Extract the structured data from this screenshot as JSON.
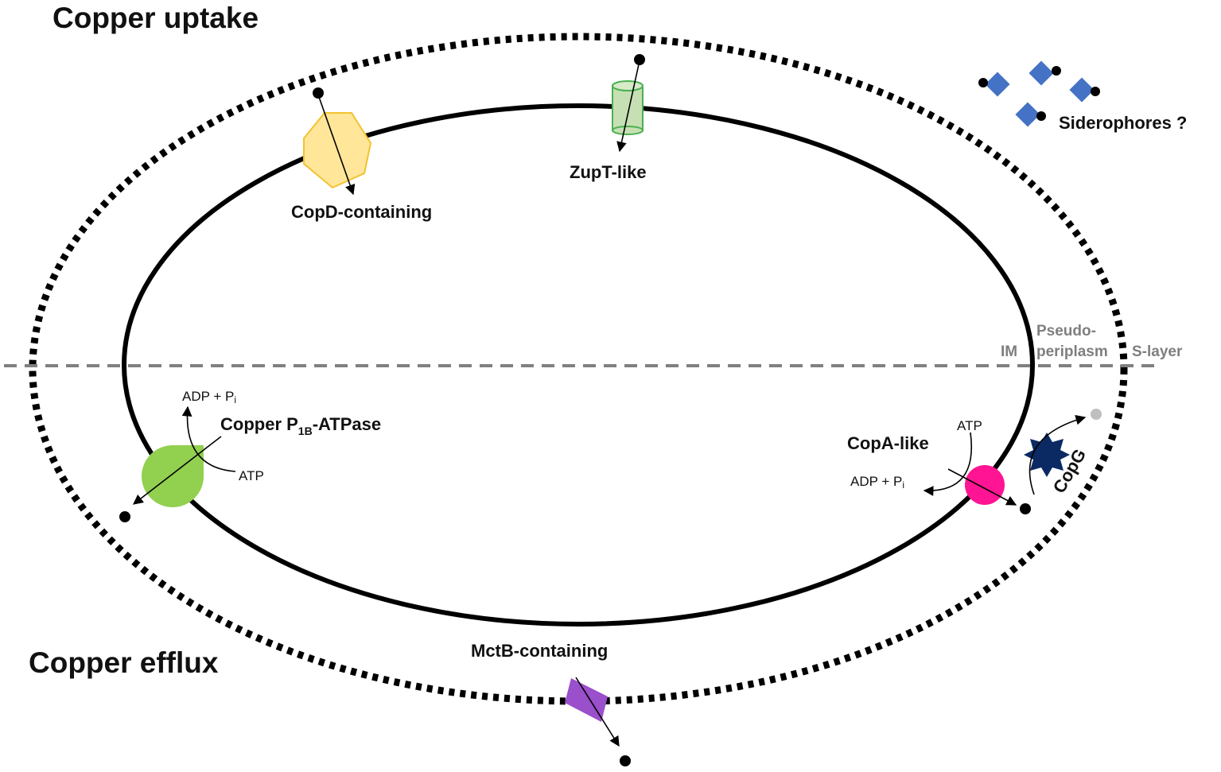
{
  "headings": {
    "uptake": "Copper uptake",
    "efflux": "Copper efflux"
  },
  "layers": {
    "im": "IM",
    "pseudo_line1": "Pseudo-",
    "pseudo_line2": "periplasm",
    "slayer": "S-layer"
  },
  "proteins": {
    "copd": "CopD-containing",
    "zupt": "ZupT-like",
    "siderophores": "Siderophores ?",
    "p1b_prefix": "Copper P",
    "p1b_sub": "1B",
    "p1b_suffix": "-ATPase",
    "copa": "CopA-like",
    "copg": "CopG",
    "mctb": "MctB-containing"
  },
  "reactions": {
    "atp": "ATP",
    "adp_prefix": "ADP + P",
    "adp_sub": "i"
  },
  "colors": {
    "membrane": "#000000",
    "divider": "#808080",
    "copd": "#FFE699",
    "copd_stroke": "#F2C230",
    "zupt": "#C6E0B4",
    "zupt_stroke": "#4CB050",
    "siderophore": "#4472C4",
    "p1b": "#92D050",
    "copa": "#FF1493",
    "copg": "#0B2A63",
    "mctb": "#9A4FCB",
    "copper_reduced": "#000000",
    "copper_oxidized": "#BFBFBF"
  }
}
